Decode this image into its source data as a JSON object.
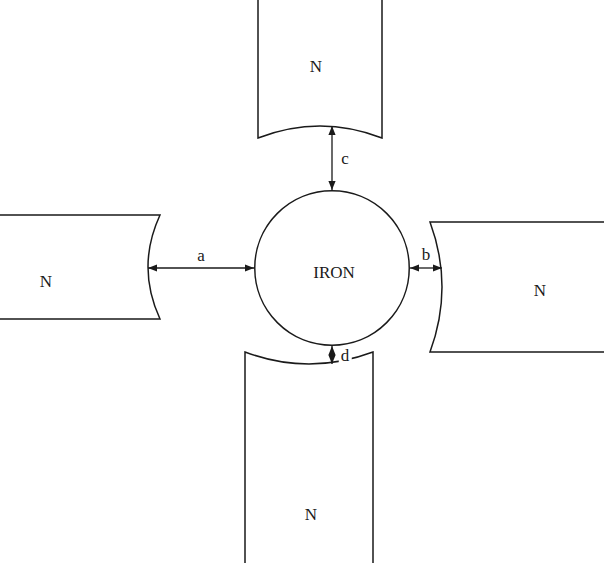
{
  "diagram": {
    "nodes": [
      {
        "text": [
          "N"
        ]
      },
      {
        "text": [
          "N"
        ]
      },
      {
        "text": [
          "IRON"
        ]
      },
      {
        "text": [
          "N"
        ]
      },
      {
        "text": [
          "N"
        ]
      }
    ],
    "edges": [
      {
        "from": 1,
        "to": 2,
        "arrow": "both",
        "label": "a"
      },
      {
        "from": 3,
        "to": 2,
        "arrow": "both",
        "label": "b"
      },
      {
        "from": 0,
        "to": 2,
        "arrow": "both",
        "label": "c"
      },
      {
        "from": 4,
        "to": 2,
        "arrow": "both",
        "label": "d"
      }
    ]
  }
}
